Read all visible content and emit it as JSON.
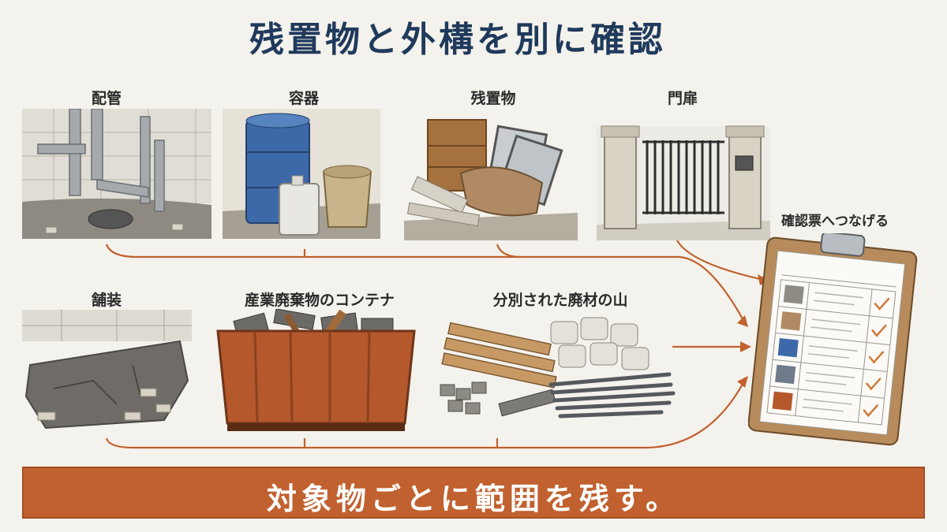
{
  "title": "残置物と外構を別に確認",
  "items_top": [
    {
      "label": "配管"
    },
    {
      "label": "容器"
    },
    {
      "label": "残置物"
    },
    {
      "label": "門扉"
    }
  ],
  "items_bottom": [
    {
      "label": "舗装"
    },
    {
      "label": "産業廃棄物のコンテナ"
    },
    {
      "label": "分別された廃材の山"
    }
  ],
  "clipboard_label": "確認票へつなげる",
  "banner": "対象物ごとに範囲を残す。",
  "colors": {
    "title": "#1f3a5c",
    "arrow": "#c0612f",
    "banner": "#c0612f",
    "check": "#d07a3a"
  }
}
